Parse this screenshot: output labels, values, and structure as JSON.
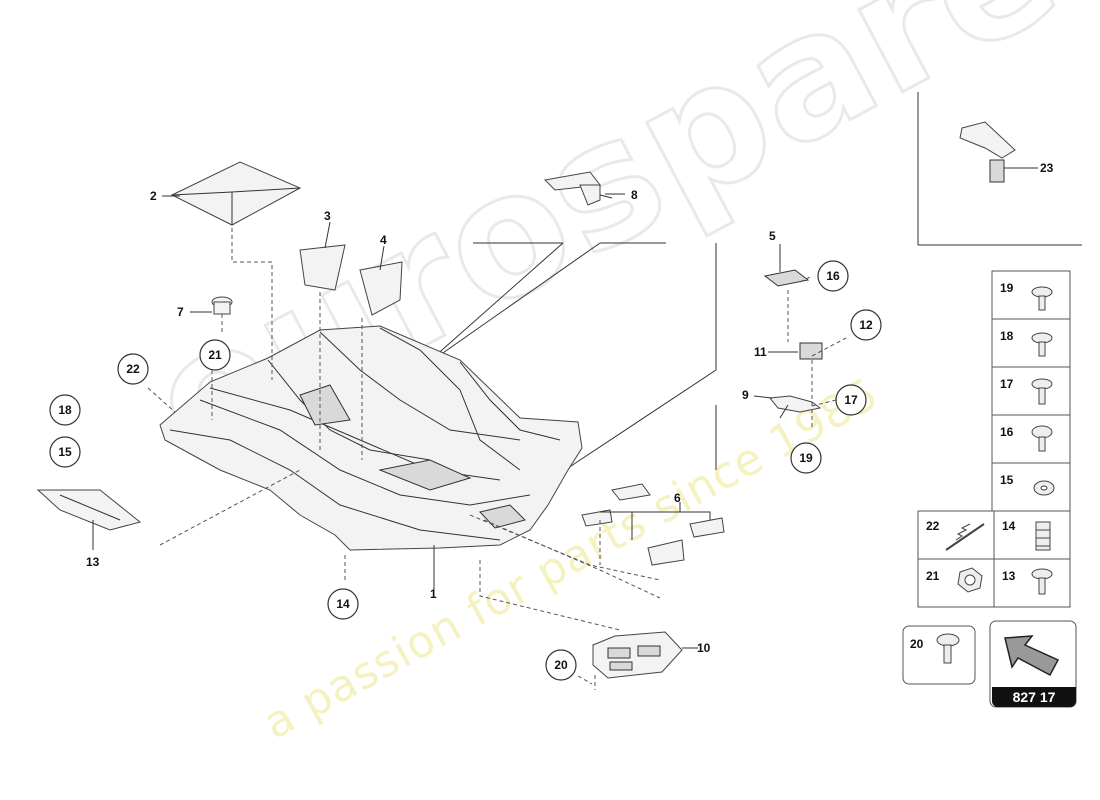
{
  "watermark": {
    "brand": "eurospares",
    "tagline": "a passion for parts since 1985"
  },
  "diagram_number": "827 17",
  "callouts": {
    "p1": "1",
    "p2": "2",
    "p3": "3",
    "p4": "4",
    "p5": "5",
    "p6": "6",
    "p7": "7",
    "p8": "8",
    "p9": "9",
    "p10": "10",
    "p11": "11",
    "p13": "13",
    "p23": "23"
  },
  "circled": {
    "c12": "12",
    "c14": "14",
    "c15": "15",
    "c16": "16",
    "c17": "17",
    "c18": "18",
    "c19a": "19",
    "c20": "20",
    "c21": "21",
    "c22": "22"
  },
  "fastener_table": [
    {
      "label": "19",
      "icon": "flange-screw-icon"
    },
    {
      "label": "18",
      "icon": "flange-screw-icon"
    },
    {
      "label": "17",
      "icon": "flange-screw-icon"
    },
    {
      "label": "16",
      "icon": "screw-icon"
    },
    {
      "label": "15",
      "icon": "washer-icon"
    },
    {
      "label": "22",
      "icon": "spring-pin-icon",
      "label2": "14",
      "icon2": "threaded-insert-icon"
    },
    {
      "label": "21",
      "icon": "hex-nut-icon",
      "label2": "13",
      "icon2": "flange-screw-icon"
    }
  ],
  "extra_fastener": {
    "label": "20",
    "icon": "flange-screw-icon"
  },
  "colors": {
    "line": "#333333",
    "watermark_outline": "#d7d7d7",
    "watermark_tagline": "#eee896"
  }
}
